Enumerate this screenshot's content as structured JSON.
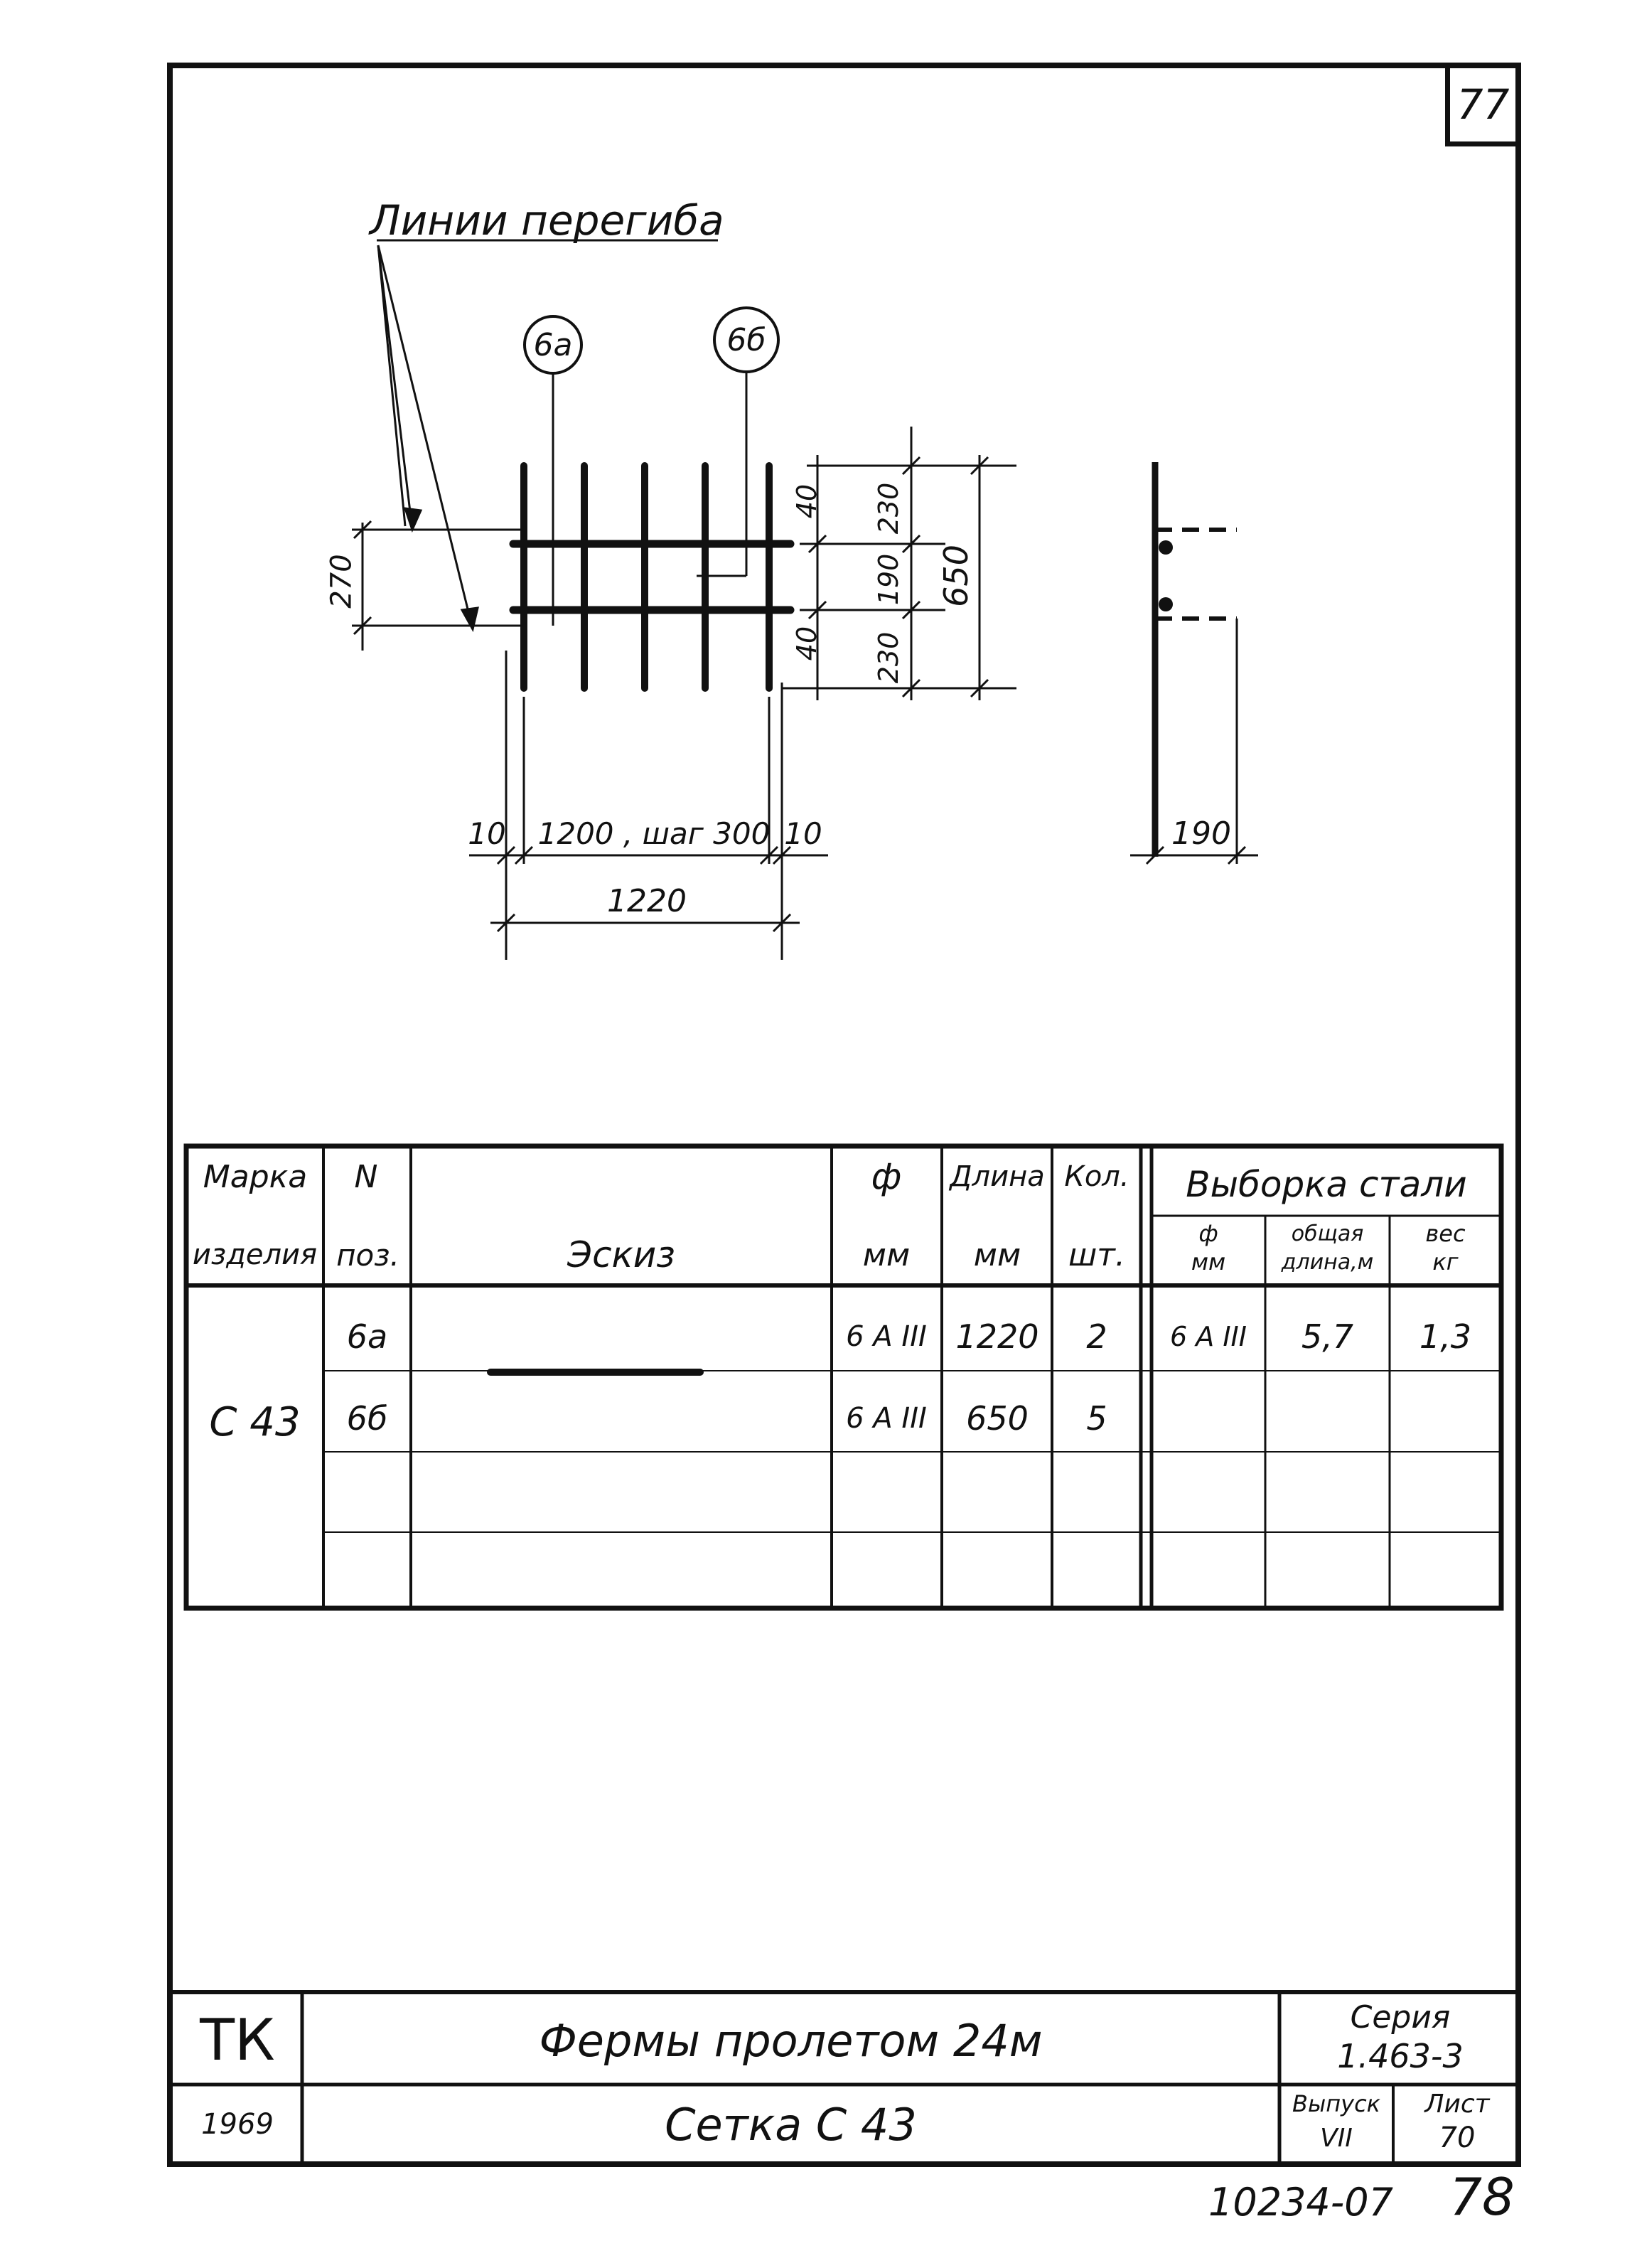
{
  "page": {
    "sheet_corner": "77",
    "footer_code": "10234-07",
    "footer_page": "78"
  },
  "drawing": {
    "bend_lines_label": "Линии перегиба",
    "marker_a": "6а",
    "marker_b": "6б",
    "dim_40_top": "40",
    "dim_40_bottom": "40",
    "dim_230_top": "230",
    "dim_190": "190",
    "dim_230_bottom": "230",
    "dim_650": "650",
    "dim_270": "270",
    "dim_10_left": "10",
    "dim_span": "1200 , шаг 300",
    "dim_10_right": "10",
    "dim_1220": "1220",
    "dim_side_190": "190"
  },
  "table": {
    "h_marka": "Марка",
    "h_izdelia": "изделия",
    "h_n": "N",
    "h_poz": "поз.",
    "h_eskiz": "Эскиз",
    "h_phi": "ф",
    "h_phi_mm": "мм",
    "h_dlina": "Длина",
    "h_dlina_mm": "мм",
    "h_kol": "Кол.",
    "h_kol_sht": "шт.",
    "h_vyborka": "Выборка стали",
    "h_v_phi": "ф",
    "h_v_phi_mm": "мм",
    "h_v_obshaya": "общая",
    "h_v_dlina_m": "длина,м",
    "h_v_ves": "вес",
    "h_v_kg": "кг",
    "mark": "С 43",
    "rows": [
      {
        "poz": "6а",
        "phi": "6 A III",
        "length": "1220",
        "qty": "2",
        "v_phi": "6 A III",
        "v_len": "5,7",
        "v_weight": "1,3"
      },
      {
        "poz": "6б",
        "phi": "6 A III",
        "length": "650",
        "qty": "5",
        "v_phi": "",
        "v_len": "",
        "v_weight": ""
      }
    ]
  },
  "title_block": {
    "org": "ТК",
    "year": "1969",
    "title_main": "Фермы пролетом 24м",
    "title_sub": "Сетка С 43",
    "series_label": "Серия",
    "series_value": "1.463-3",
    "issue_label": "Выпуск",
    "issue_value": "VII",
    "sheet_label": "Лист",
    "sheet_value": "70"
  }
}
